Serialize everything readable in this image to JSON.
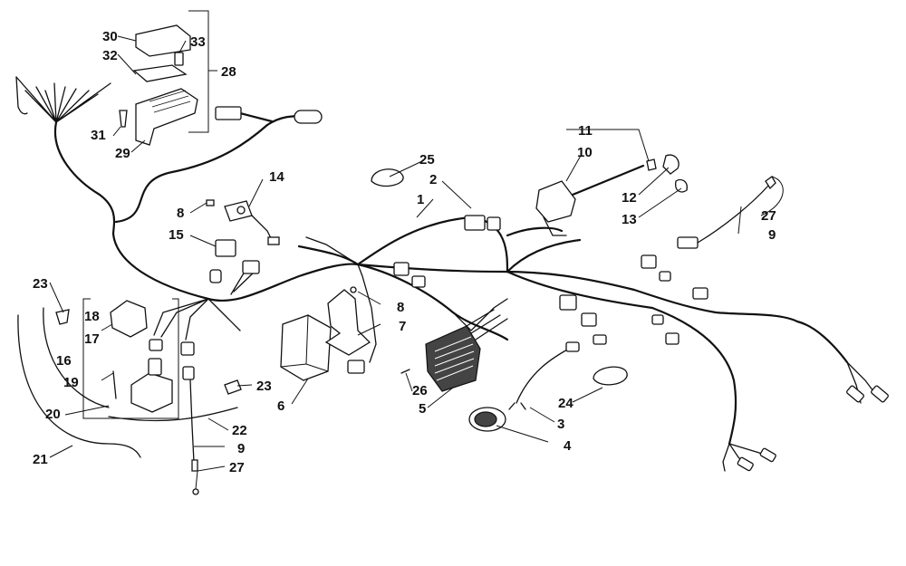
{
  "diagram": {
    "callouts": {
      "c1": "1",
      "c2": "2",
      "c3": "3",
      "c4": "4",
      "c5": "5",
      "c6": "6",
      "c7": "7",
      "c8a": "8",
      "c8b": "8",
      "c9a": "9",
      "c9b": "9",
      "c10": "10",
      "c11": "11",
      "c12": "12",
      "c13": "13",
      "c14": "14",
      "c15": "15",
      "c16": "16",
      "c17": "17",
      "c18": "18",
      "c19": "19",
      "c20": "20",
      "c21": "21",
      "c22": "22",
      "c23a": "23",
      "c23b": "23",
      "c24": "24",
      "c25": "25",
      "c26": "26",
      "c27a": "27",
      "c27b": "27",
      "c28": "28",
      "c29": "29",
      "c30": "30",
      "c31": "31",
      "c32": "32",
      "c33": "33"
    }
  }
}
